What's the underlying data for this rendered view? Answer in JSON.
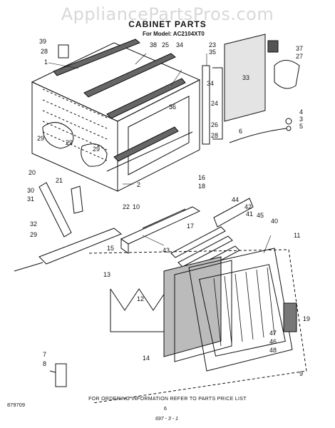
{
  "watermark": "AppliancePartsPros.com",
  "title": "CABINET PARTS",
  "model_line": "For Model: AC2104XT0",
  "callouts": [
    "1",
    "2",
    "3",
    "4",
    "5",
    "6",
    "7",
    "8",
    "9",
    "10",
    "11",
    "12",
    "13",
    "14",
    "15",
    "16",
    "17",
    "18",
    "19",
    "20",
    "21",
    "22",
    "23",
    "24",
    "25",
    "26",
    "27",
    "28",
    "29",
    "30",
    "31",
    "32",
    "33",
    "34",
    "35",
    "36",
    "37",
    "38",
    "39",
    "40",
    "41",
    "42",
    "43",
    "44",
    "45",
    "46",
    "47",
    "48"
  ],
  "footer_note": "FOR ORDERING INFORMATION REFER TO PARTS PRICE LIST",
  "diagram_code": "879709",
  "page_number": "6",
  "footer_mark": "697 - 3 - 1"
}
